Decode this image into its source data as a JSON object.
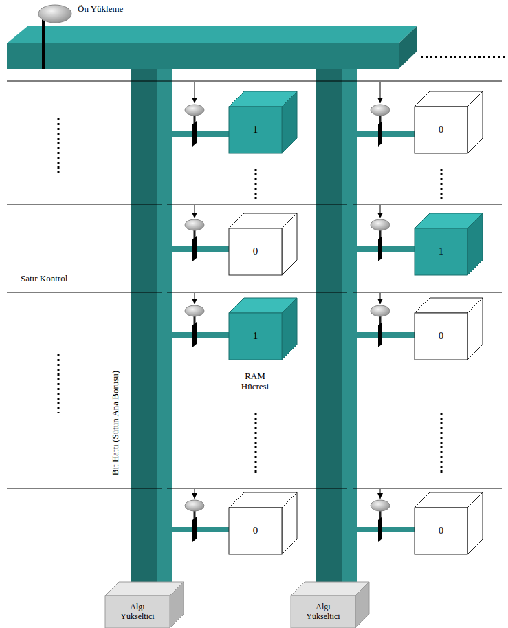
{
  "diagram": {
    "nodes": [
      {
        "text": [
          "1"
        ]
      },
      {
        "text": [
          "0"
        ]
      },
      {
        "text": [
          "0"
        ]
      },
      {
        "text": [
          "1"
        ]
      },
      {
        "text": [
          "1"
        ]
      },
      {
        "text": [
          "0"
        ]
      },
      {
        "text": [
          "0"
        ]
      },
      {
        "text": [
          "0"
        ]
      },
      {
        "text": [
          "Algı Yükseltici"
        ]
      },
      {
        "text": [
          "Algı Yükseltici"
        ]
      }
    ],
    "edges": [
      {
        "from": 0,
        "to": 8,
        "arrow": "none"
      },
      {
        "from": 1,
        "to": 9,
        "arrow": "none"
      },
      {
        "from": 2,
        "to": 8,
        "arrow": "none"
      },
      {
        "from": 3,
        "to": 9,
        "arrow": "none"
      },
      {
        "from": 4,
        "to": 8,
        "arrow": "none"
      },
      {
        "from": 5,
        "to": 9,
        "arrow": "none"
      },
      {
        "from": 6,
        "to": 8,
        "arrow": "none"
      },
      {
        "from": 7,
        "to": 9,
        "arrow": "none"
      }
    ],
    "labels": [
      "Ön Yükleme",
      "Satır Kontrol",
      "Bit Hattı (Sütun Ana Borusu)",
      "RAM Hücresi"
    ]
  }
}
